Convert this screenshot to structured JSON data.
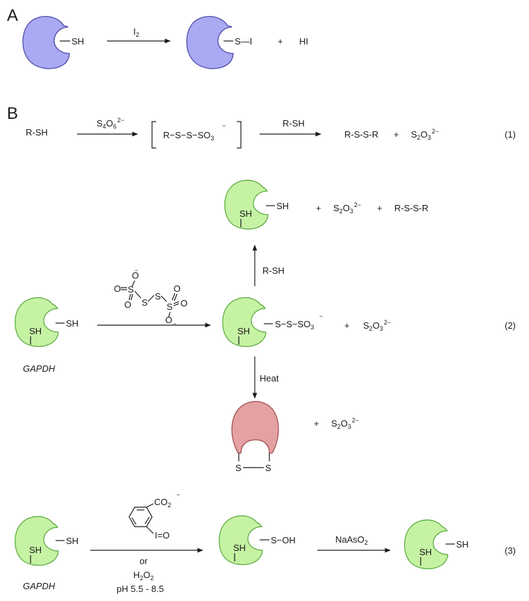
{
  "colors": {
    "protein_a": "#a9a9f4",
    "protein_a_stroke": "#4e4ea8",
    "protein_green": "#c6f2a4",
    "protein_green_stroke": "#56a83a",
    "protein_red": "#e3a1a3",
    "protein_red_stroke": "#9e4648"
  },
  "panels": {
    "a": "A",
    "b": "B"
  },
  "scheme_a": {
    "reactant_group": "SH",
    "reagent": {
      "base": "I",
      "sub": "2"
    },
    "product_group": "S—I",
    "plus": "+",
    "byproduct": "HI"
  },
  "reaction1": {
    "reactant": "R-SH",
    "reagent": {
      "s": "S",
      "sub4": "4",
      "o": "O",
      "sub6": "6",
      "charge": "2−"
    },
    "intermediate": {
      "text": "R−S−S−SO",
      "sub": "3",
      "charge": "−"
    },
    "reagent2": "R-SH",
    "product": "R-S-S-R",
    "plus": "+",
    "thiosulfate": {
      "s": "S",
      "sub2": "2",
      "o": "O",
      "sub3": "3",
      "charge": "2−"
    },
    "number": "(1)"
  },
  "reaction2": {
    "enzyme_label": "GAPDH",
    "sh_upper": "SH",
    "sh_lower": "SH",
    "tetrathionate": {
      "O": "O",
      "S": "S",
      "minus": "−"
    },
    "intermediate_group": {
      "text": "S−S−SO",
      "sub": "3",
      "charge": "−"
    },
    "plus": "+",
    "up_reagent": "R-SH",
    "top_product": "R-S-S-R",
    "heat_label": "Heat",
    "disulfide_S1": "S",
    "disulfide_S2": "S",
    "number": "(2)"
  },
  "reaction3": {
    "enzyme_label": "GAPDH",
    "sh_upper": "SH",
    "sh_lower": "SH",
    "oxidant1": {
      "co": "CO",
      "sub2": "2",
      "charge": "−",
      "io": "I=O"
    },
    "or": "or",
    "oxidant2": {
      "h": "H",
      "sub2a": "2",
      "o": "O",
      "sub2b": "2"
    },
    "ph": "pH 5.5 - 8.5",
    "product_group": "S−OH",
    "reductant": {
      "text": "NaAsO",
      "sub": "2"
    },
    "number": "(3)"
  }
}
